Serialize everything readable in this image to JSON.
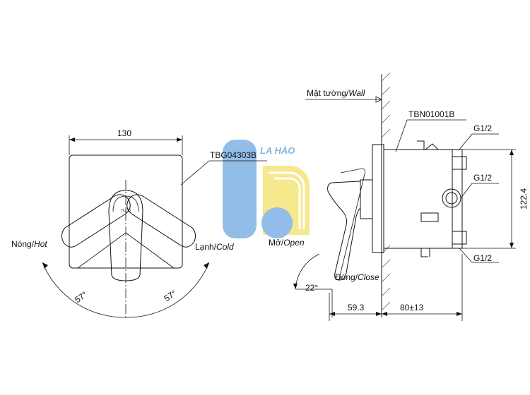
{
  "front_view": {
    "width_dim": "130",
    "model_label": "TBG04303B",
    "logo": "TOTO",
    "hot_label_vi": "Nóng/",
    "hot_label_en": "Hot",
    "cold_label_vi": "Lạnh/",
    "cold_label_en": "Cold",
    "angle_left": "57°",
    "angle_right": "57°"
  },
  "side_view": {
    "wall_label_vi": "Mặt tường/",
    "wall_label_en": "Wall",
    "body_model_label": "TBN01001B",
    "thread_top": "G1/2",
    "thread_mid": "G1/2",
    "thread_bottom": "G1/2",
    "height_dim": "122.4",
    "open_label_vi": "Mở/",
    "open_label_en": "Open",
    "close_label_vi": "Đóng/",
    "close_label_en": "Close",
    "angle_label": "22°",
    "depth_front_dim": "59.3",
    "depth_back_dim": "80±13"
  },
  "watermark": {
    "text": "LA HÀO",
    "colors": {
      "blue": "#7fb2e5",
      "yellow": "#f4e47a",
      "text": "#6fa8dc"
    }
  }
}
